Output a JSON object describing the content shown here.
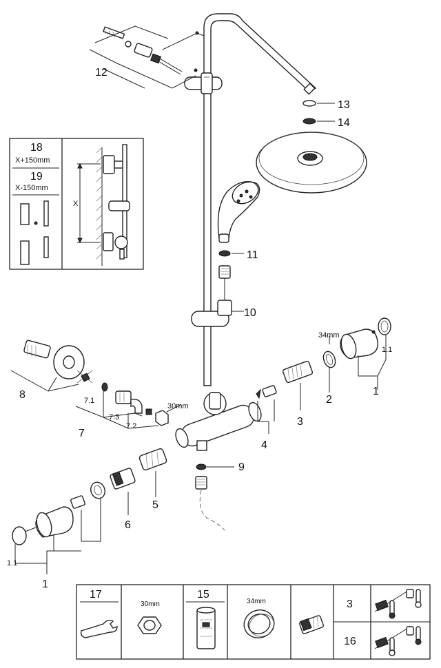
{
  "callouts": {
    "p1_right": "1",
    "p1_1_right": "1.1",
    "p2": "2",
    "p3": "3",
    "p4": "4",
    "p5": "5",
    "p6": "6",
    "p7": "7",
    "p7_1": "7.1",
    "p7_2": "7.2",
    "p7_3": "7.3",
    "p8": "8",
    "p9": "9",
    "p10": "10",
    "p11": "11",
    "p12": "12",
    "p13": "13",
    "p14": "14",
    "p1_left": "1",
    "p1_1_left": "1.1"
  },
  "dimensions": {
    "nut_34": "34mm",
    "nut_30": "30mm"
  },
  "inset": {
    "label_18": "18",
    "size_18": "X+150mm",
    "label_19": "19",
    "size_19": "X-150mm",
    "x_mark": "X"
  },
  "bottom_table": {
    "tool_label": "17",
    "tool_size": "30mm",
    "cartridge_label": "15",
    "ring_size": "34mm",
    "option_3": "3",
    "option_16": "16"
  }
}
